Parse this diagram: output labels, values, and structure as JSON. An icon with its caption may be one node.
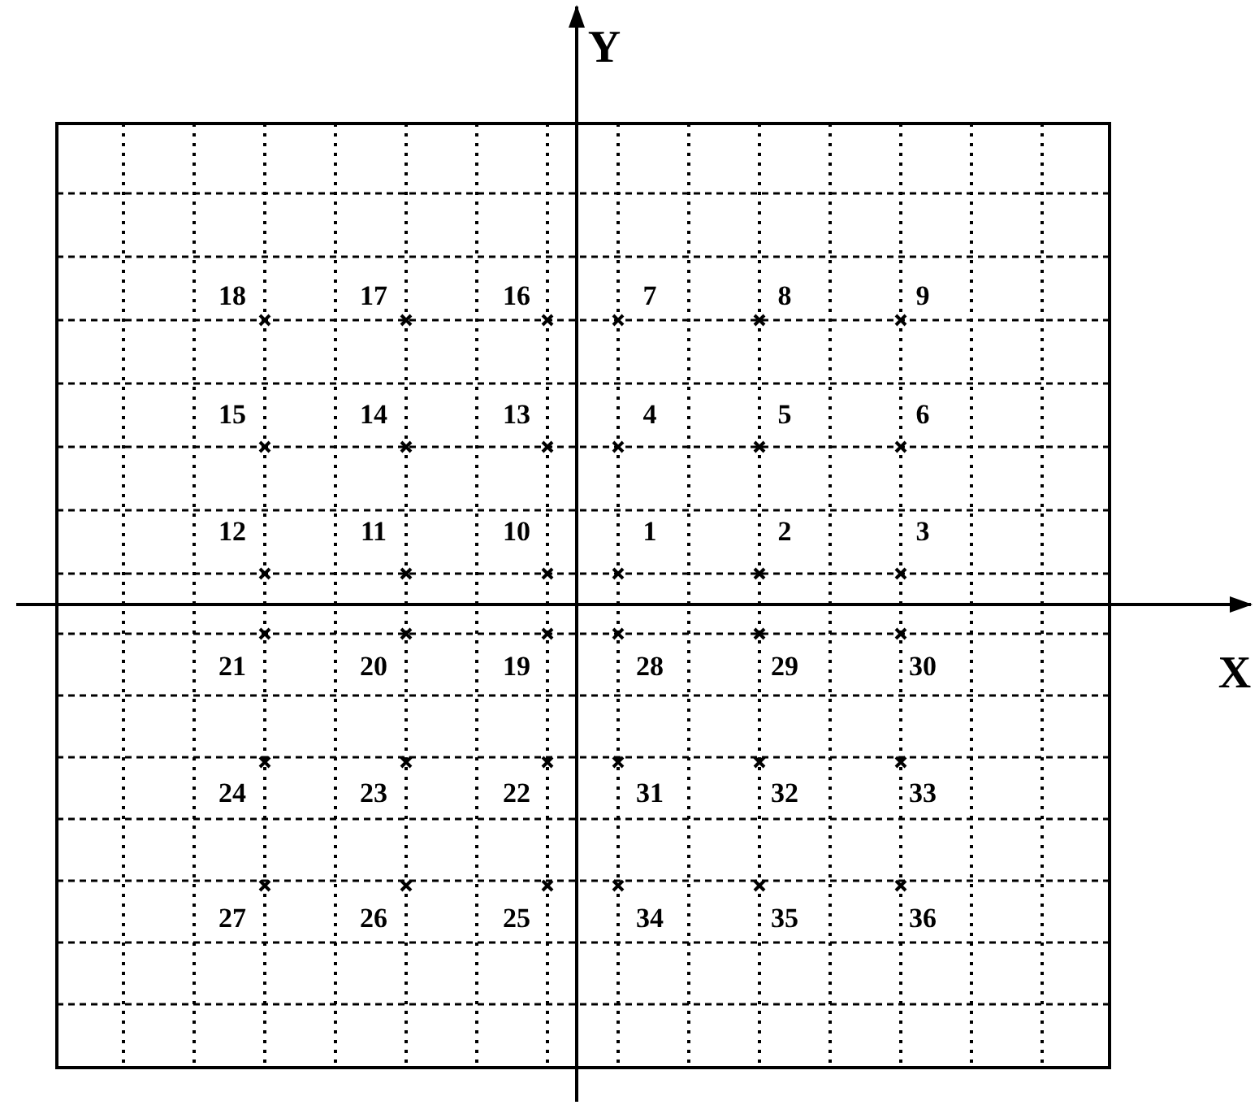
{
  "diagram": {
    "labels": [
      "Y",
      "18",
      "17",
      "16",
      "7",
      "8",
      "9",
      "15",
      "14",
      "13",
      "4",
      "5",
      "6",
      "12",
      "11",
      "10",
      "1",
      "2",
      "3",
      "21",
      "20",
      "19",
      "28",
      "29",
      "30",
      "X",
      "24",
      "23",
      "22",
      "31",
      "32",
      "33",
      "27",
      "26",
      "25",
      "34",
      "35",
      "36"
    ]
  }
}
